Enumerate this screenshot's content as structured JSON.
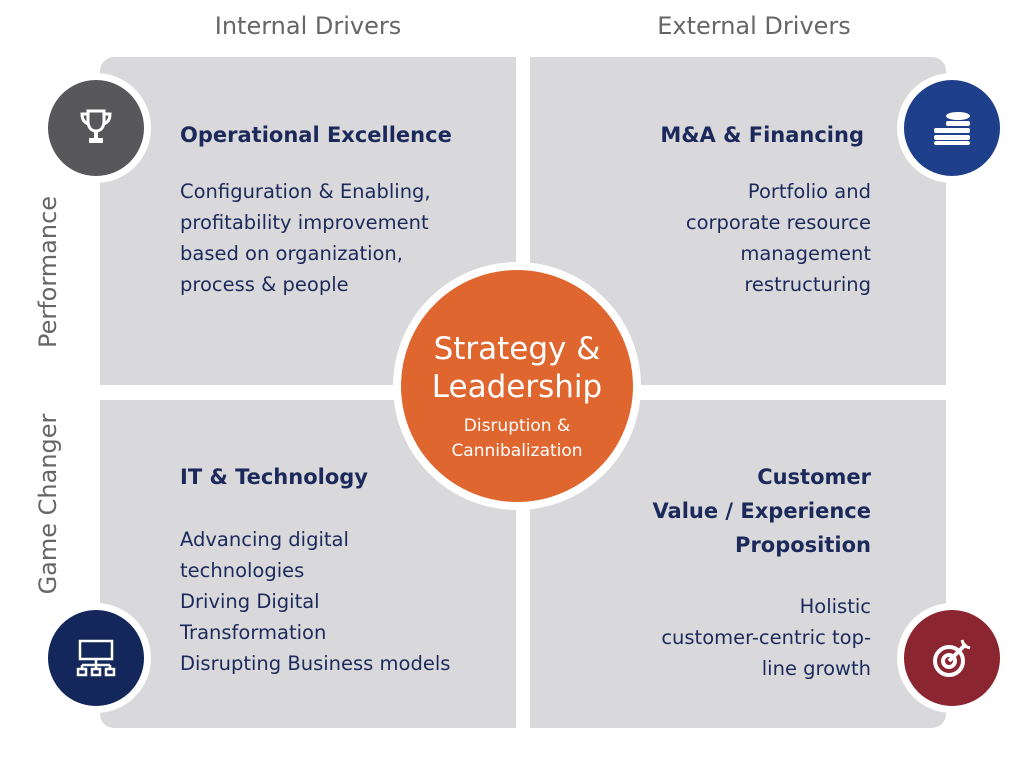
{
  "columns": [
    "Internal Drivers",
    "External Drivers"
  ],
  "rows": [
    "Performance",
    "Game Changer"
  ],
  "center": {
    "title": "Strategy & Leadership",
    "subtitle": "Disruption & Cannibalization"
  },
  "quadrants": [
    {
      "title": "Operational Excellence",
      "body": [
        "Configuration & Enabling,",
        "profitability improvement",
        "based on organization,",
        "process & people"
      ],
      "icon": "trophy-icon",
      "color": "#58585a"
    },
    {
      "title": "M&A & Financing",
      "body": [
        "Portfolio and",
        "corporate resource",
        "management",
        "restructuring"
      ],
      "icon": "coins-icon",
      "color": "#1e3f8a"
    },
    {
      "title": "IT & Technology",
      "body": [
        "Advancing digital",
        "technologies",
        "Driving Digital",
        "Transformation",
        "Disrupting Business models"
      ],
      "icon": "network-icon",
      "color": "#14275a"
    },
    {
      "title": [
        "Customer",
        "Value / Experience",
        "Proposition"
      ],
      "body": [
        "Holistic",
        "customer-centric top-",
        "line growth"
      ],
      "icon": "target-icon",
      "color": "#8b2530"
    }
  ]
}
